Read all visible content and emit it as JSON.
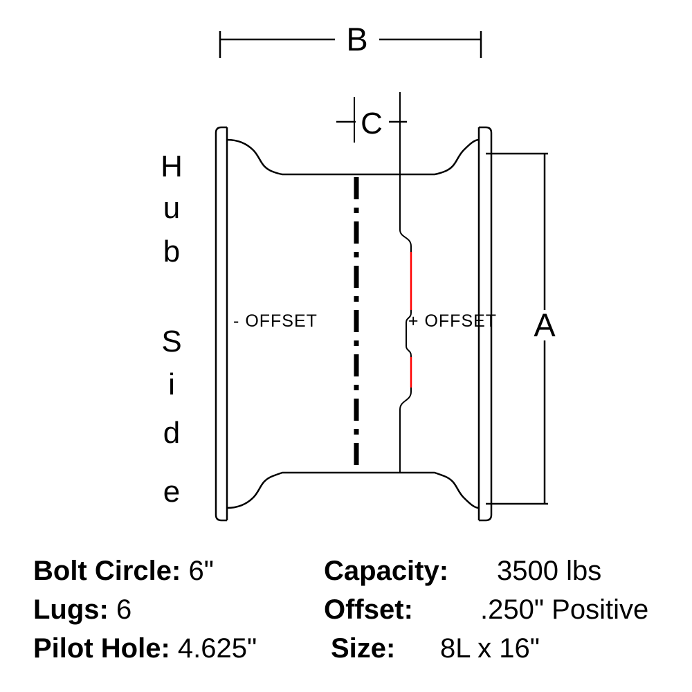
{
  "diagram": {
    "hub_side": [
      "H",
      "u",
      "b",
      "S",
      "i",
      "d",
      "e"
    ],
    "dims": {
      "a": "A",
      "b": "B",
      "c": "C"
    },
    "offset_labels": {
      "negative": "- OFFSET",
      "positive": "+ OFFSET"
    },
    "colors": {
      "line": "#000000",
      "offset_highlight": "#ff0000"
    }
  },
  "specs": {
    "left": [
      {
        "label": "Bolt Circle:",
        "value": "6\""
      },
      {
        "label": "Lugs:",
        "value": "6"
      },
      {
        "label": "Pilot Hole:",
        "value": "4.625\""
      }
    ],
    "right": [
      {
        "label": "Capacity:",
        "value": "3500 lbs"
      },
      {
        "label": "Offset:",
        "value": ".250\" Positive"
      },
      {
        "label": "Size:",
        "value": "8L x 16\""
      }
    ]
  }
}
